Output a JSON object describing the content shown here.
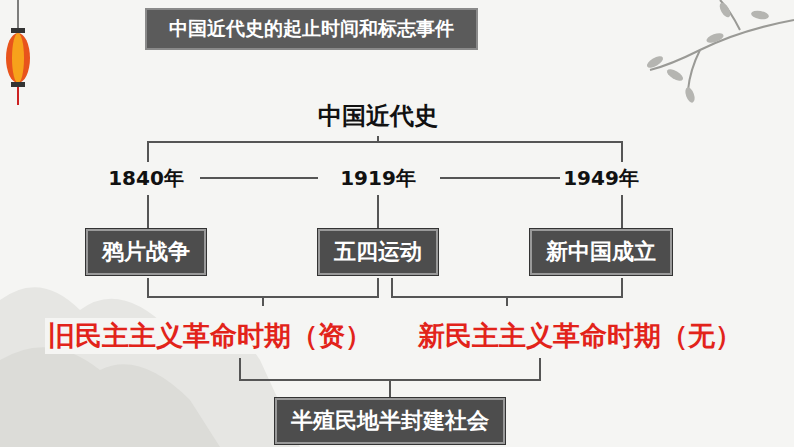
{
  "diagram": {
    "title": "中国近代史的起止时间和标志事件",
    "nodes": [
      {
        "text": [
          "鸦片战争"
        ]
      },
      {
        "text": [
          "五四运动"
        ]
      },
      {
        "text": [
          "新中国成立"
        ]
      },
      {
        "text": [
          "半殖民地半封建社会"
        ]
      }
    ],
    "labels": [
      "中国近代史",
      "1840年",
      "1919年",
      "1949年",
      "旧民主主义革命时期（资）",
      "新民主主义革命时期（无）"
    ]
  }
}
